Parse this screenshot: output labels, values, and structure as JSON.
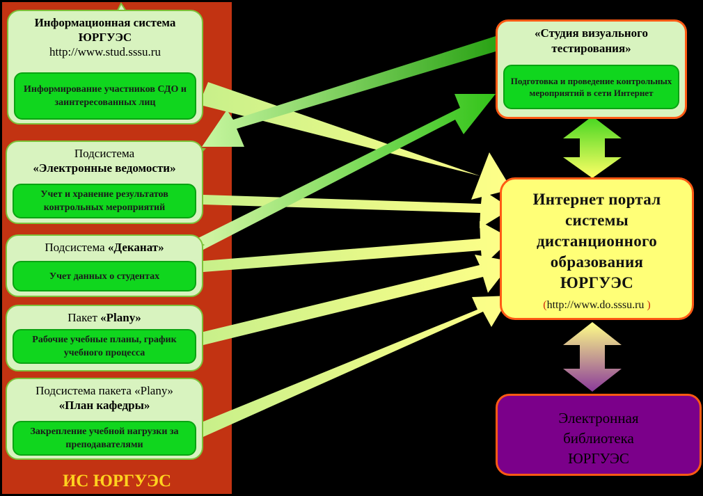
{
  "panel": {
    "title": "ИС ЮРГУЭС"
  },
  "nodes": {
    "info_system": {
      "title_lines": [
        "Информационная  система",
        "ЮРГУЭС",
        "http://www.stud.sssu.ru"
      ],
      "desc": "Информирование участников СДО и заинтересованных лиц"
    },
    "vedomosti": {
      "title_lines": [
        "Подсистема",
        "«Электронные ведомости»"
      ],
      "desc": "Учет и хранение результатов контрольных мероприятий"
    },
    "dekanat": {
      "title_prefix": "Подсистема ",
      "title_bold": "«Деканат»",
      "desc": "Учет данных о студентах"
    },
    "plany": {
      "title_prefix": "Пакет ",
      "title_bold": "«Plany»",
      "desc": "Рабочие учебные планы, график учебного процесса"
    },
    "plan_kafedry": {
      "title_line1": "Подсистема пакета «Plany»",
      "title_bold": "«План кафедры»",
      "desc": "Закрепление учебной нагрузки за преподавателями"
    },
    "studio": {
      "title_lines": [
        "«Студия визуального",
        "тестирования»"
      ],
      "desc": "Подготовка и проведение контрольных  мероприятий в сети Интернет"
    },
    "portal": {
      "title_lines": [
        "Интернет  портал",
        "системы",
        "дистанционного",
        "образования",
        "ЮРГУЭС"
      ],
      "url_open": "(",
      "url": "http://www.do.sssu.ru ",
      "url_close": ")"
    },
    "library": {
      "title_lines": [
        "Электронная",
        "библиотека",
        "ЮРГУЭС"
      ]
    }
  },
  "colors": {
    "background": "#000000",
    "panel": "#c23312",
    "callout_fill": "#d8f3bf",
    "inner_fill": "#10d61e",
    "portal_fill": "#ffff77",
    "library_fill": "#7b008a",
    "arrow_light": "#ffff88",
    "arrow_green": "#3ed11b",
    "border_accent": "#ff5a14"
  }
}
